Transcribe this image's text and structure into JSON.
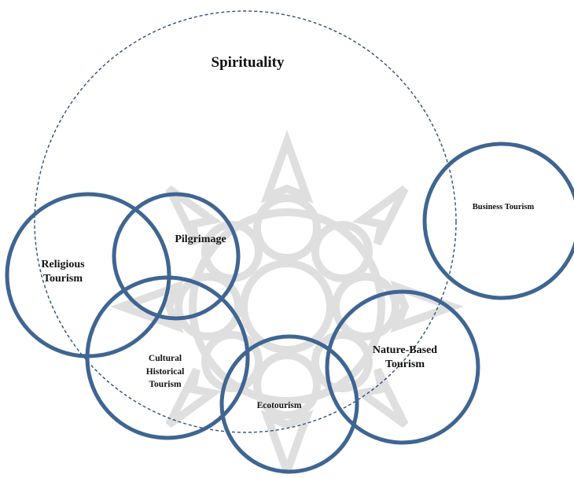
{
  "diagram": {
    "spirituality": "Spirituality",
    "religious_tourism": [
      "Religious",
      "Tourism"
    ],
    "pilgrimage": "Pilgrimage",
    "cultural_historical_tourism": [
      "Cultural",
      "Historical",
      "Tourism"
    ],
    "ecotourism": "Ecotourism",
    "nature_based_tourism": [
      "Nature-Based",
      "Tourism"
    ],
    "business_tourism": "Business Tourism"
  },
  "colors": {
    "circle_stroke": "#3f6592",
    "dashed_stroke": "#2f4f7a",
    "watermark": "#dcdcdc",
    "text": "#111111"
  }
}
